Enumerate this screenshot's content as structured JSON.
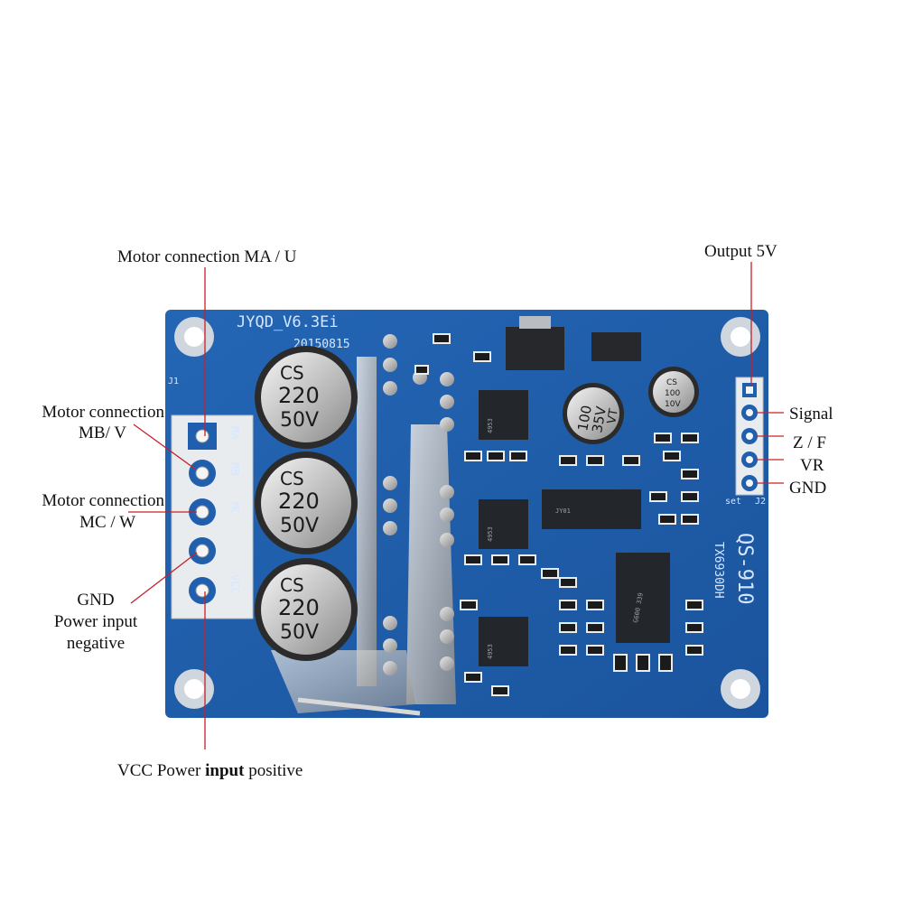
{
  "board": {
    "model": "JYQD_V6.3Ei",
    "date_code": "20150815",
    "part": "QS-910",
    "part_sub": "TX6930DH",
    "j1": "J1",
    "j2": "J2",
    "set": "set",
    "terminal_marks": [
      "MA",
      "MB",
      "MC",
      "",
      "VCC"
    ],
    "caps_big": [
      {
        "brand": "CS",
        "value": "220",
        "voltage": "50V"
      },
      {
        "brand": "CS",
        "value": "220",
        "voltage": "50V"
      },
      {
        "brand": "CS",
        "value": "220",
        "voltage": "50V"
      }
    ],
    "cap_small": {
      "value": "100",
      "voltage": "35V",
      "mark": "VT"
    },
    "cap_tiny": {
      "brand": "CS",
      "value": "100",
      "voltage": "10V"
    }
  },
  "labels": {
    "ma_u": "Motor connection MA / U",
    "mb_v_1": "Motor connection",
    "mb_v_2": "MB/ V",
    "mc_w_1": "Motor connection",
    "mc_w_2": "MC / W",
    "gnd_1": "GND",
    "gnd_2": "Power input",
    "gnd_3": "negative",
    "vcc_1": "VCC Power ",
    "vcc_bold": "input",
    "vcc_2": " positive",
    "output_5v": "Output 5V",
    "signal": "Signal",
    "zf": "Z / F",
    "vr": "VR",
    "gnd_right": "GND"
  },
  "colors": {
    "board": "#1f5fae",
    "leader": "#c8202a"
  }
}
